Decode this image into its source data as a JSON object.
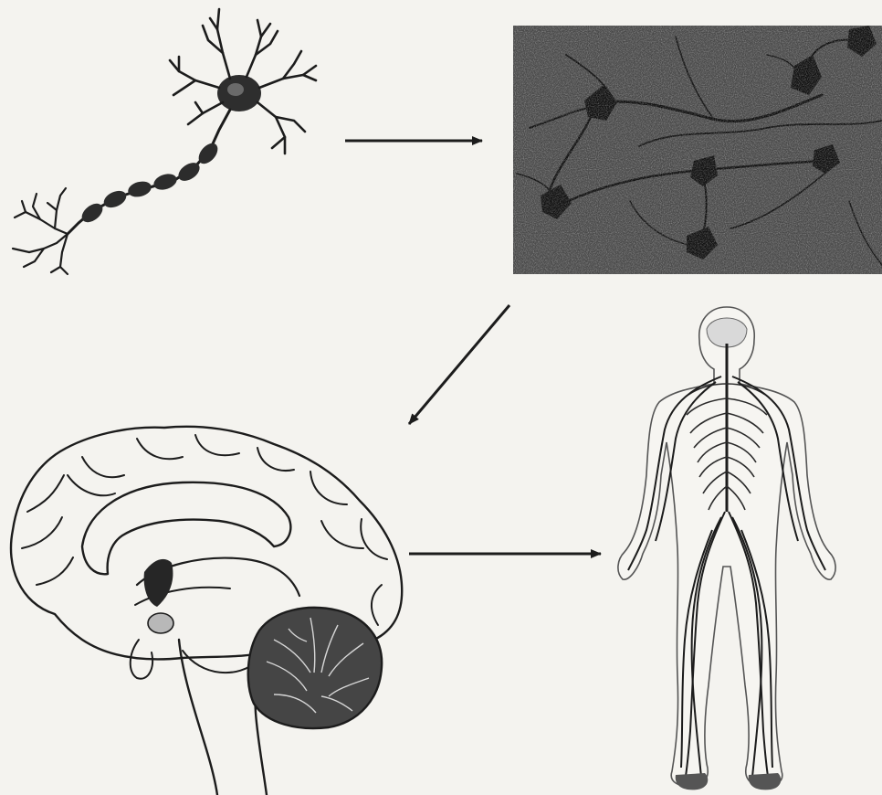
{
  "diagram": {
    "panels": [
      {
        "id": "neuron",
        "icon": "neuron-icon"
      },
      {
        "id": "neural-tissue",
        "icon": "neural-tissue-icon"
      },
      {
        "id": "brain",
        "icon": "brain-sagittal-icon"
      },
      {
        "id": "nervous-system",
        "icon": "nervous-system-icon"
      }
    ],
    "flow": [
      {
        "from": "neuron",
        "to": "neural-tissue"
      },
      {
        "from": "neural-tissue",
        "to": "brain"
      },
      {
        "from": "brain",
        "to": "nervous-system"
      }
    ],
    "colors": {
      "ink": "#1c1c1c",
      "paper": "#f4f3ef",
      "tissue": "#2a2a2a"
    }
  }
}
